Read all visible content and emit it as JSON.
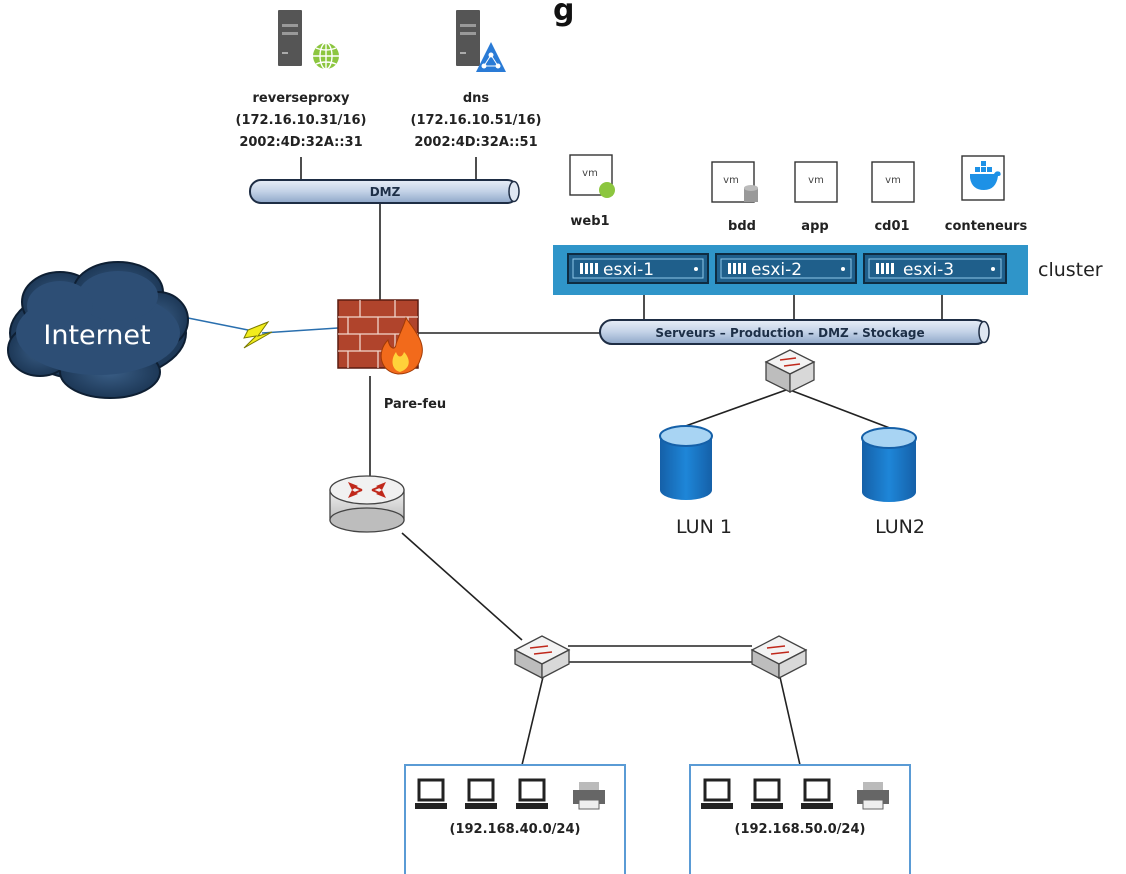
{
  "title_fragment": "g",
  "servers": [
    {
      "name": "reverseproxy",
      "ipv4": "(172.16.10.31/16)",
      "ipv6": "2002:4D:32A::31",
      "icon": "web-server-icon"
    },
    {
      "name": "dns",
      "ipv4": "(172.16.10.51/16)",
      "ipv6": "2002:4D:32A::51",
      "icon": "dns-server-icon"
    }
  ],
  "networks": {
    "dmz": "DMZ",
    "servers_bus": "Serveurs – Production – DMZ - Stockage"
  },
  "internet": "Internet",
  "firewall_label": "Pare-feu",
  "vms": [
    {
      "name": "web1",
      "tag": "vm"
    },
    {
      "name": "bdd",
      "tag": "vm"
    },
    {
      "name": "app",
      "tag": "vm"
    },
    {
      "name": "cd01",
      "tag": "vm"
    },
    {
      "name": "conteneurs",
      "tag": ""
    }
  ],
  "cluster": {
    "label": "cluster",
    "hosts": [
      "esxi-1",
      "esxi-2",
      "esxi-3"
    ]
  },
  "storage": [
    "LUN 1",
    "LUN2"
  ],
  "lans": [
    "(192.168.40.0/24)",
    "(192.168.50.0/24)"
  ],
  "colors": {
    "cluster_bg": "#2f95c9",
    "host_bg": "#1f5f8b",
    "bus_fill": "#c9d7ea",
    "bus_stroke": "#1e2d44",
    "storage_blue": "#1e7fd0",
    "lan_border": "#5a9bd5"
  }
}
